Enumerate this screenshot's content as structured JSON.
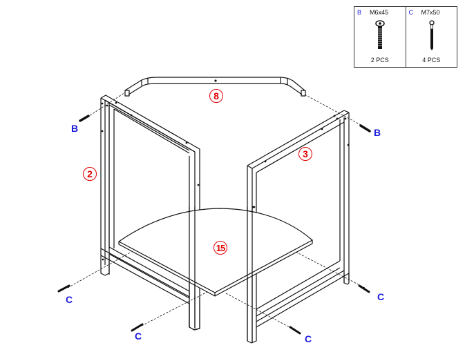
{
  "parts_table": {
    "items": [
      {
        "letter": "B",
        "size": "M6x45",
        "qty": "2 PCS",
        "icon": "bolt-icon"
      },
      {
        "letter": "C",
        "size": "M7x50",
        "qty": "4 PCS",
        "icon": "screw-icon"
      }
    ]
  },
  "callouts": {
    "part_8": "8",
    "part_2": "2",
    "part_3": "3",
    "part_15": "15"
  },
  "hardware_labels": {
    "b_left": "B",
    "b_right": "B",
    "c_left_front": "C",
    "c_center_front": "C",
    "c_center_back": "C",
    "c_right": "C"
  },
  "colors": {
    "callout": "#e00000",
    "hardware_label": "#1a1adb",
    "line": "#111111"
  }
}
